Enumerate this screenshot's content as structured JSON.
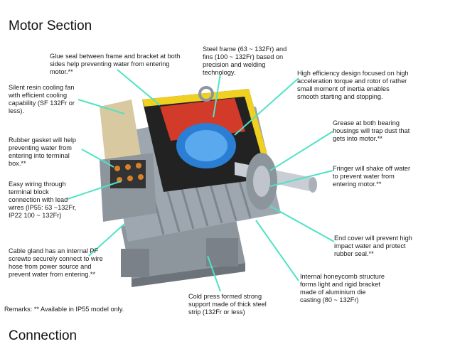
{
  "page": {
    "title": "Motor Section",
    "next_section_title": "Connection"
  },
  "annotations": {
    "glue_seal": "Glue seal between frame and bracket at both sides help preventing water from entering motor.**",
    "steel_frame": "Steel frame (63 ~ 132Fr) and fins (100 ~ 132Fr) based on precision and welding technology.",
    "high_efficiency": "High efficiency design focused on high acceleration torque and rotor of rather small moment of inertia enables smooth starting and stopping.",
    "cooling_fan": "Silent resin cooling fan with efficient cooling capability (SF 132Fr or less).",
    "grease": "Grease at both bearing housings will trap dust that gets into motor.**",
    "rubber_gasket": "Rubber gasket will help preventing water from entering into terminal box.**",
    "fringer": "Fringer will shake off water to prevent water from entering motor.**",
    "easy_wiring": "Easy wiring through terminal block connection with lead wires (IP55: 63 ~132Fr, IP22 100 ~ 132Fr)",
    "end_cover": "End cover will prevent high impact water and protect rubber seal.**",
    "cable_gland": "Cable gland has an internal PF screwto securely connect to wire hose from power source and prevent water from entering.**",
    "honeycomb": "Internal honeycomb structure forms light and rigid bracket made of aluminium die casting (80 ~ 132Fr)",
    "cold_press": "Cold press formed strong support made of thick steel strip (132Fr or less)",
    "remarks": "Remarks: ** Available in IP55 model only."
  },
  "colors": {
    "leader_line": "#4fe3c4",
    "motor_body": "#9aa3ad",
    "stator": "#2a7fd4",
    "housing_cut": "#f0d020",
    "frame_red": "#d23a2a"
  }
}
